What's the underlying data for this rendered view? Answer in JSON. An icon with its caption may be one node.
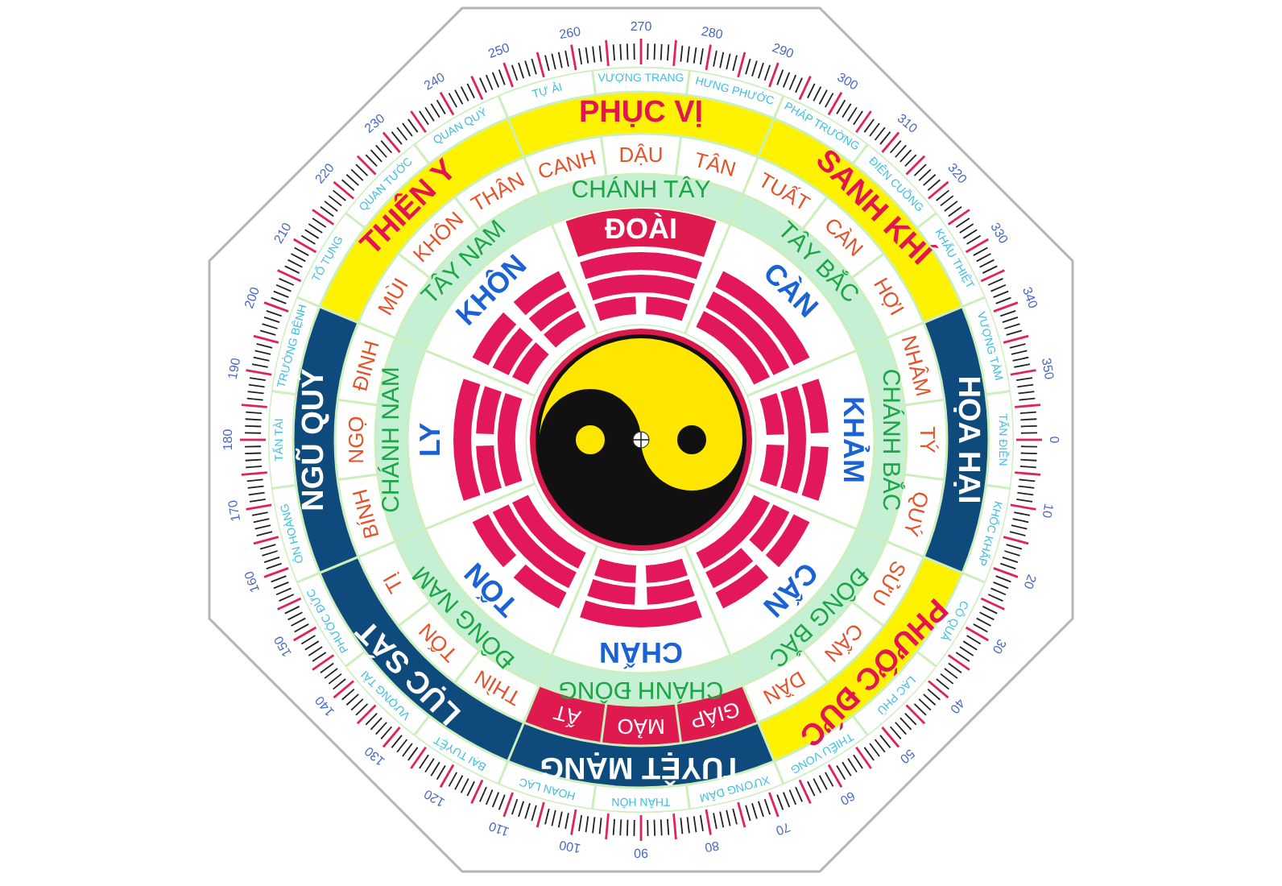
{
  "diagram": {
    "nodes": [
      {
        "text": [
          "VƯỢNG TRANG"
        ]
      },
      {
        "text": [
          "HƯNG PHƯỚC"
        ]
      },
      {
        "text": [
          "PHÁP TRƯỜNG"
        ]
      },
      {
        "text": [
          "ĐIÊN CUỒNG"
        ]
      },
      {
        "text": [
          "KHẨU THIỆT"
        ]
      },
      {
        "text": [
          "VƯỢNG TÀM"
        ]
      },
      {
        "text": [
          "TẤN ĐIỀN"
        ]
      },
      {
        "text": [
          "KHỐC KHẤP"
        ]
      },
      {
        "text": [
          "CÔ QUẢ"
        ]
      },
      {
        "text": [
          "LẠC PHÚ"
        ]
      },
      {
        "text": [
          "THIẾU VONG"
        ]
      },
      {
        "text": [
          "XƯƠNG DÂM"
        ]
      },
      {
        "text": [
          "THÂN HÔN"
        ]
      },
      {
        "text": [
          "HOAN LẠC"
        ]
      },
      {
        "text": [
          "BẠI TUYỆT"
        ]
      },
      {
        "text": [
          "VƯỢNG TÀI"
        ]
      },
      {
        "text": [
          "PHƯỚC ĐỨC"
        ]
      },
      {
        "text": [
          "ÔN HOÀNG"
        ]
      },
      {
        "text": [
          "TẤN TÀI"
        ]
      },
      {
        "text": [
          "TRƯỜNG BỆNH"
        ]
      },
      {
        "text": [
          "TỐ TỤNG"
        ]
      },
      {
        "text": [
          "QUAN TƯỚC"
        ]
      },
      {
        "text": [
          "QUAN QUÝ"
        ]
      },
      {
        "text": [
          "TỰ ẢI"
        ]
      },
      {
        "text": [
          "PHỤC VỊ"
        ]
      },
      {
        "text": [
          "SANH KHÍ"
        ]
      },
      {
        "text": [
          "HỌA HẠI"
        ]
      },
      {
        "text": [
          "PHƯỚC ĐỨC"
        ]
      },
      {
        "text": [
          "TUYỆT MẠNG"
        ]
      },
      {
        "text": [
          "LỤC SÁT"
        ]
      },
      {
        "text": [
          "NGŨ QUỶ"
        ]
      },
      {
        "text": [
          "THIÊN Y"
        ]
      },
      {
        "text": [
          "DẬU"
        ]
      },
      {
        "text": [
          "TÂN"
        ]
      },
      {
        "text": [
          "TUẤT"
        ]
      },
      {
        "text": [
          "CÀN"
        ]
      },
      {
        "text": [
          "HỢI"
        ]
      },
      {
        "text": [
          "NHÂM"
        ]
      },
      {
        "text": [
          "TÝ"
        ]
      },
      {
        "text": [
          "QUÝ"
        ]
      },
      {
        "text": [
          "SỬU"
        ]
      },
      {
        "text": [
          "CẤN"
        ]
      },
      {
        "text": [
          "DẦN"
        ]
      },
      {
        "text": [
          "GIÁP"
        ]
      },
      {
        "text": [
          "MẢO"
        ]
      },
      {
        "text": [
          "ẤT"
        ]
      },
      {
        "text": [
          "THÌN"
        ]
      },
      {
        "text": [
          "TỐN"
        ]
      },
      {
        "text": [
          "TỊ"
        ]
      },
      {
        "text": [
          "BÍNH"
        ]
      },
      {
        "text": [
          "NGỌ"
        ]
      },
      {
        "text": [
          "ĐINH"
        ]
      },
      {
        "text": [
          "MÙI"
        ]
      },
      {
        "text": [
          "KHÔN"
        ]
      },
      {
        "text": [
          "THÂN"
        ]
      },
      {
        "text": [
          "CANH"
        ]
      },
      {
        "text": [
          "CHÁNH TÂY"
        ]
      },
      {
        "text": [
          "TÂY BẮC"
        ]
      },
      {
        "text": [
          "CHÁNH BẮC"
        ]
      },
      {
        "text": [
          "ĐÔNG BẮC"
        ]
      },
      {
        "text": [
          "CHÁNH ĐÔNG"
        ]
      },
      {
        "text": [
          "ĐÔNG NAM"
        ]
      },
      {
        "text": [
          "CHÁNH NAM"
        ]
      },
      {
        "text": [
          "TÂY NAM"
        ]
      },
      {
        "text": [
          "ĐOÀI"
        ]
      },
      {
        "text": [
          "CÀN"
        ]
      },
      {
        "text": [
          "KHẢM"
        ]
      },
      {
        "text": [
          "CẤN"
        ]
      },
      {
        "text": [
          "CHẤN"
        ]
      },
      {
        "text": [
          "TỐN"
        ]
      },
      {
        "text": [
          "LY"
        ]
      },
      {
        "text": [
          "KHÔN"
        ]
      }
    ],
    "labels": [
      "270",
      "280",
      "290",
      "300",
      "310",
      "320",
      "330",
      "340",
      "350",
      "0",
      "10",
      "20",
      "30",
      "40",
      "50",
      "60",
      "70",
      "80",
      "90",
      "100",
      "110",
      "120",
      "130",
      "140",
      "150",
      "160",
      "170",
      "180",
      "190",
      "200",
      "210",
      "220",
      "230",
      "240",
      "250",
      "260"
    ]
  }
}
